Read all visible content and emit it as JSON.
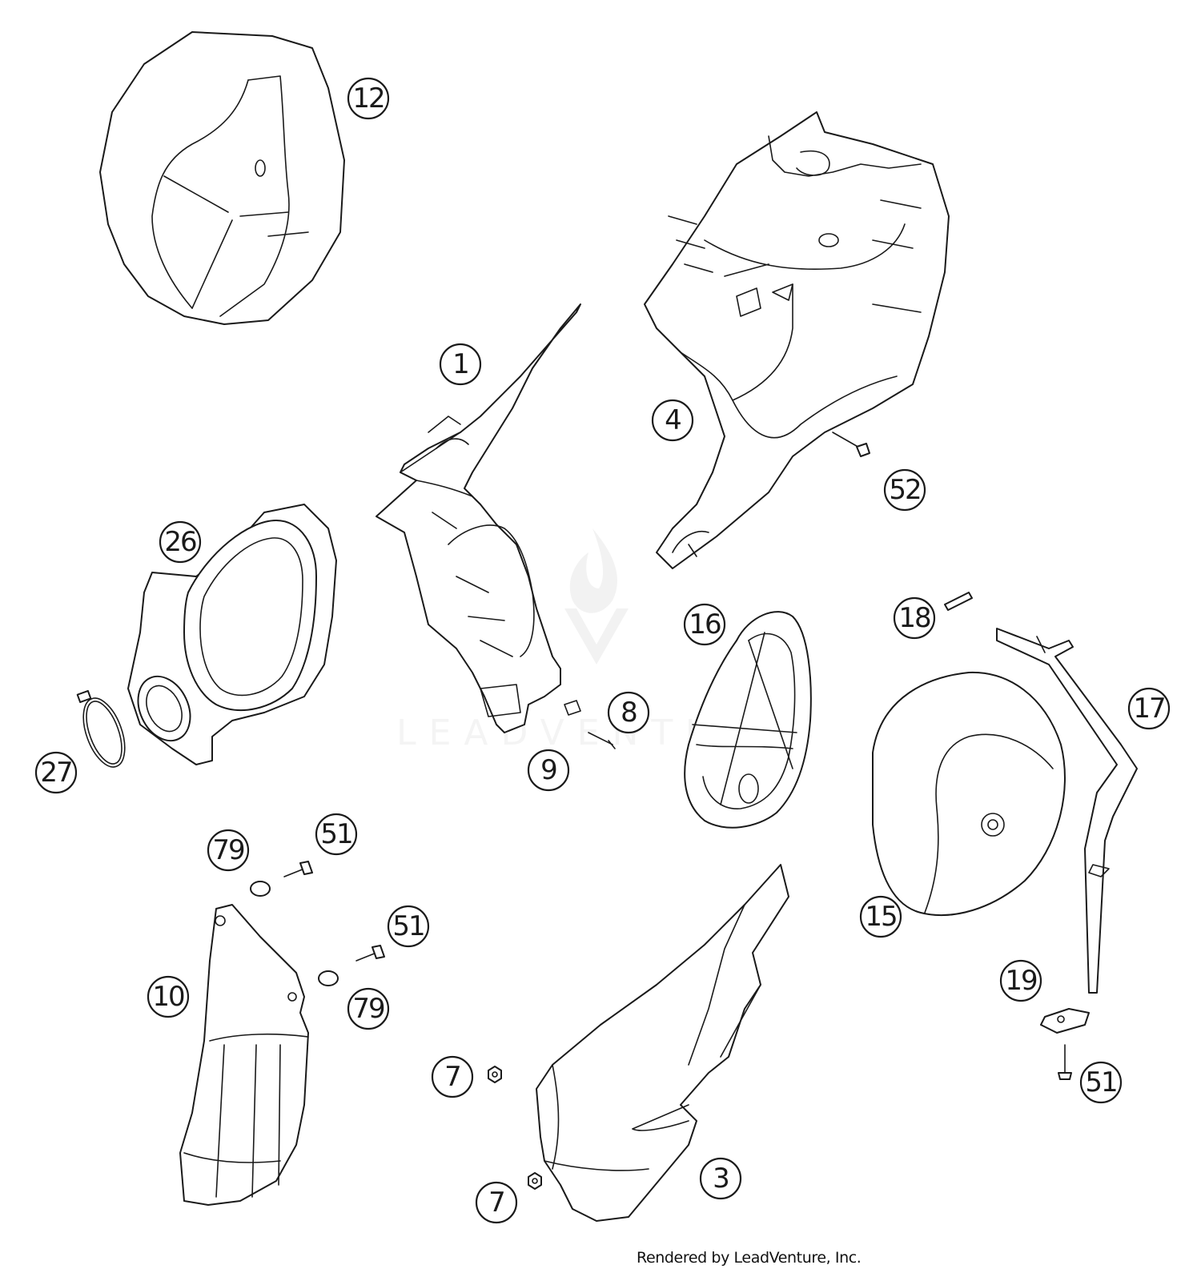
{
  "watermark": {
    "brand_text": "LEADVENTURE"
  },
  "callouts": [
    "12",
    "1",
    "4",
    "52",
    "26",
    "18",
    "16",
    "17",
    "8",
    "9",
    "27",
    "15",
    "79",
    "51",
    "51",
    "10",
    "79",
    "19",
    "7",
    "51",
    "3",
    "7"
  ],
  "footer": {
    "credit": "Rendered by LeadVenture, Inc."
  }
}
